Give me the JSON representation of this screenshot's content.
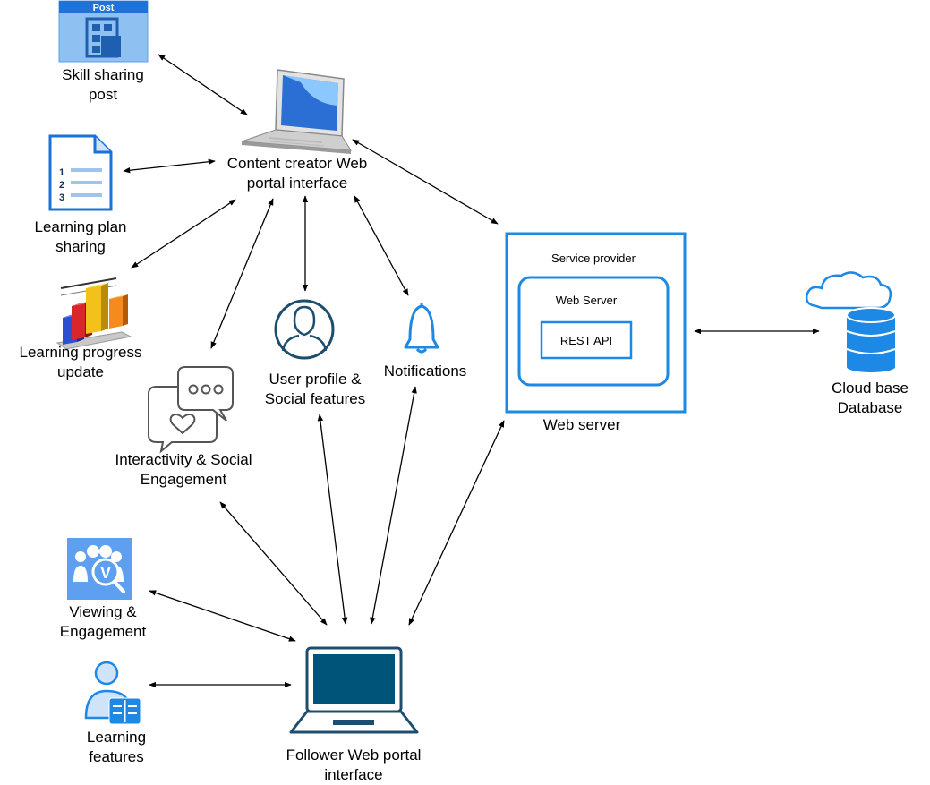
{
  "nodes": {
    "skill_post": {
      "label": "Skill sharing\npost",
      "icon_text": "Post"
    },
    "learning_plan": {
      "label": "Learning plan\nsharing",
      "icon_numbers": [
        "1",
        "2",
        "3"
      ]
    },
    "progress": {
      "label": "Learning progress\nupdate"
    },
    "interactivity": {
      "label": "Interactivity & Social\nEngagement"
    },
    "user_profile": {
      "label": "User profile &\nSocial features"
    },
    "notifications": {
      "label": "Notifications"
    },
    "content_creator": {
      "label": "Content creator Web\nportal interface"
    },
    "viewing": {
      "label": "Viewing &\nEngagement",
      "icon_text": "V"
    },
    "learning_features": {
      "label": "Learning\nfeatures"
    },
    "follower": {
      "label": "Follower Web portal\ninterface"
    },
    "cloud_db": {
      "label": "Cloud base\nDatabase"
    }
  },
  "web_server": {
    "outer_label": "Service provider",
    "inner_label": "Web Server",
    "api_label": "REST API",
    "caption": "Web server"
  },
  "colors": {
    "accent_blue": "#1e88e5",
    "icon_blue": "#5ea0ef",
    "dark_teal": "#1e4e6e",
    "arrow": "#000000"
  }
}
